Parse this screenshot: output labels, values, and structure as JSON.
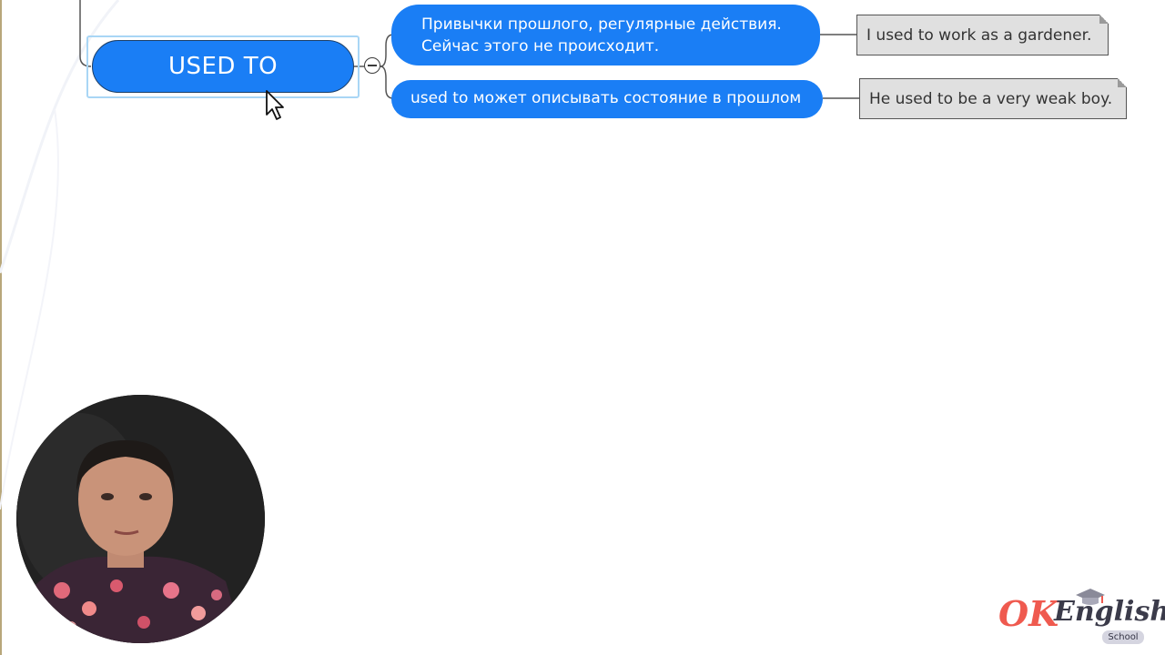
{
  "mindmap": {
    "central_topic": "USED TO",
    "branches": [
      {
        "lines": [
          "Привычки прошлого, регулярные действия.",
          "Сейчас этого не происходит."
        ],
        "example": "I used to work as a gardener."
      },
      {
        "lines": [
          "used to может описывать состояние в прошлом"
        ],
        "example": "He used to be a very weak boy."
      }
    ]
  },
  "logo": {
    "brand_ok": "OK",
    "brand_english": "English",
    "brand_school": "School",
    "icon": "graduation-cap-icon"
  },
  "colors": {
    "node_blue": "#1a7ef5",
    "selection_outline": "#a9d6f5",
    "example_bg": "#e0e0e0",
    "logo_red": "#ef5a4f",
    "logo_dark": "#3b3b4a"
  },
  "icons": {
    "collapse": "collapse-minus-icon",
    "cursor": "mouse-pointer-icon"
  }
}
